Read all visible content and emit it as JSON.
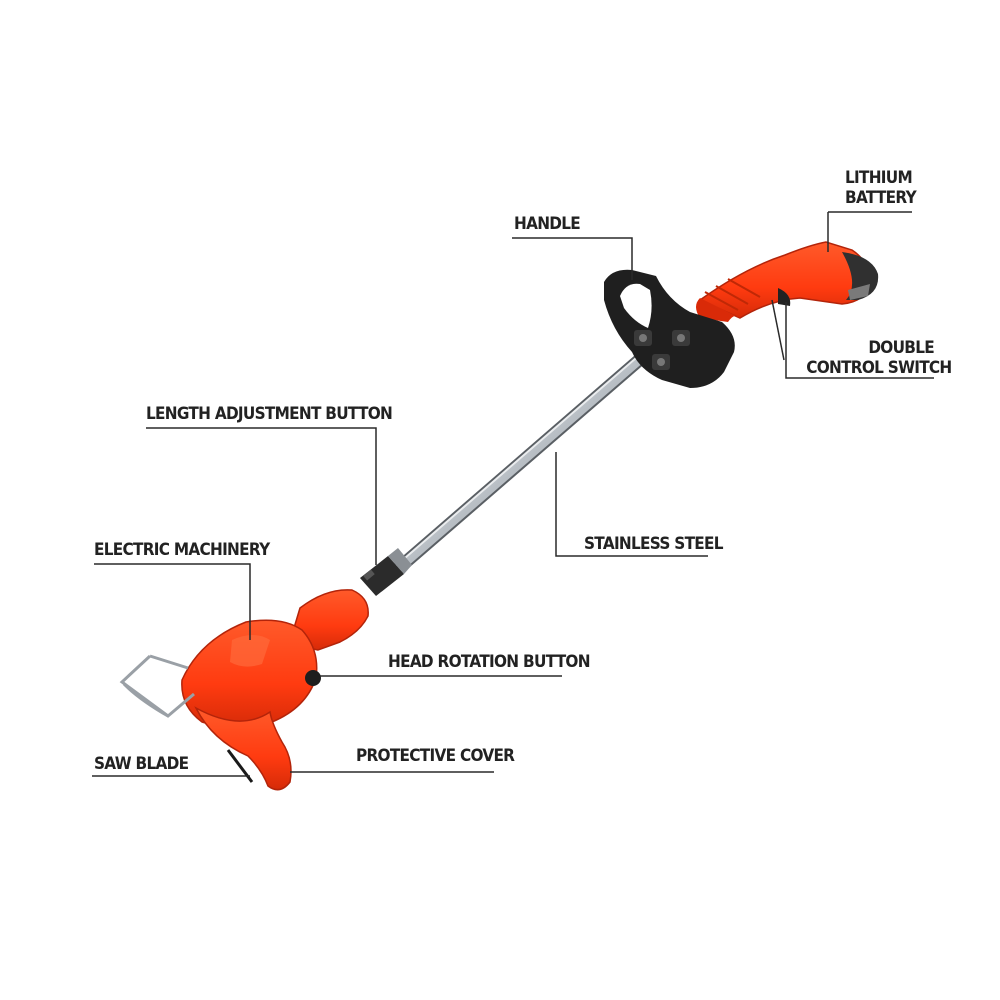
{
  "callouts": {
    "lithium_battery": [
      "LITHIUM",
      "BATTERY"
    ],
    "handle": "HANDLE",
    "double_control_switch": [
      "DOUBLE",
      "CONTROL SWITCH"
    ],
    "length_adjustment_button": "LENGTH ADJUSTMENT BUTTON",
    "stainless_steel": "STAINLESS STEEL",
    "electric_machinery": "ELECTRIC MACHINERY",
    "head_rotation_button": "HEAD ROTATION BUTTON",
    "saw_blade": "SAW BLADE",
    "protective_cover": "PROTECTIVE COVER"
  },
  "colors": {
    "body": "#ff3b10",
    "body_shade": "#d92a08",
    "handle": "#1f1f1f",
    "shaft": "#c9ced3",
    "leader": "#2a2a2a"
  }
}
